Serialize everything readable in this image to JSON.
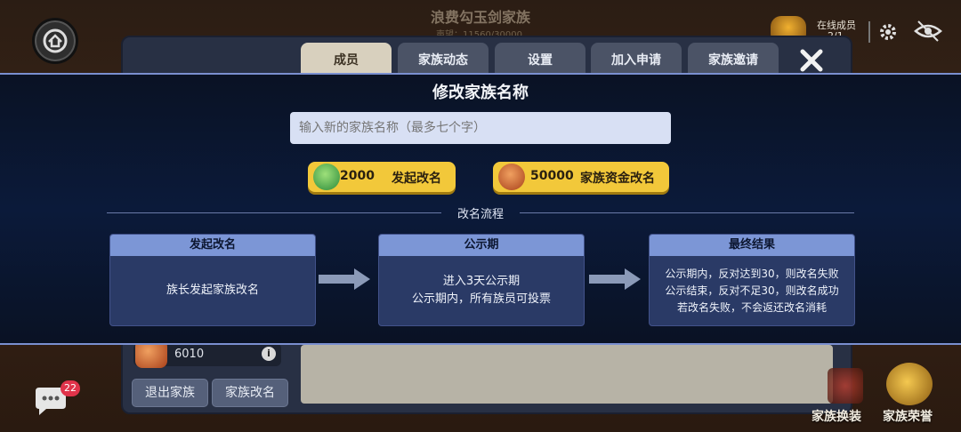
{
  "background": {
    "family_name": "浪费勾玉剑家族",
    "family_exp": "声望：11560/30000",
    "online": {
      "label": "在线成员",
      "value": "2/1"
    },
    "tabs": [
      {
        "label": "成员",
        "active": true
      },
      {
        "label": "家族动态"
      },
      {
        "label": "设置"
      },
      {
        "label": "加入申请"
      },
      {
        "label": "家族邀请"
      }
    ],
    "coin_value": "6010",
    "quit_label": "退出家族",
    "rename_label": "家族改名",
    "chat_badge": "22",
    "bottom_buttons": [
      {
        "label": "家族换装"
      },
      {
        "label": "家族荣誉"
      }
    ]
  },
  "modal": {
    "title": "修改家族名称",
    "input_placeholder": "输入新的家族名称（最多七个字）",
    "options": [
      {
        "cost": "2000",
        "label": "发起改名",
        "icon": "jade-icon"
      },
      {
        "cost": "50000",
        "label": "家族资金改名",
        "icon": "money-bag-icon"
      }
    ],
    "process_label": "改名流程",
    "steps": [
      {
        "title": "发起改名",
        "lines": [
          "族长发起家族改名"
        ]
      },
      {
        "title": "公示期",
        "lines": [
          "进入3天公示期",
          "公示期内，所有族员可投票"
        ]
      },
      {
        "title": "最终结果",
        "lines": [
          "公示期内，反对达到30，则改名失败",
          "公示结束，反对不足30，则改名成功",
          "若改名失败，不会返还改名消耗"
        ]
      }
    ]
  },
  "colors": {
    "modal_border": "#7a8fd0",
    "step_header": "#7c96d6",
    "cost_button": "#f2c83a"
  }
}
